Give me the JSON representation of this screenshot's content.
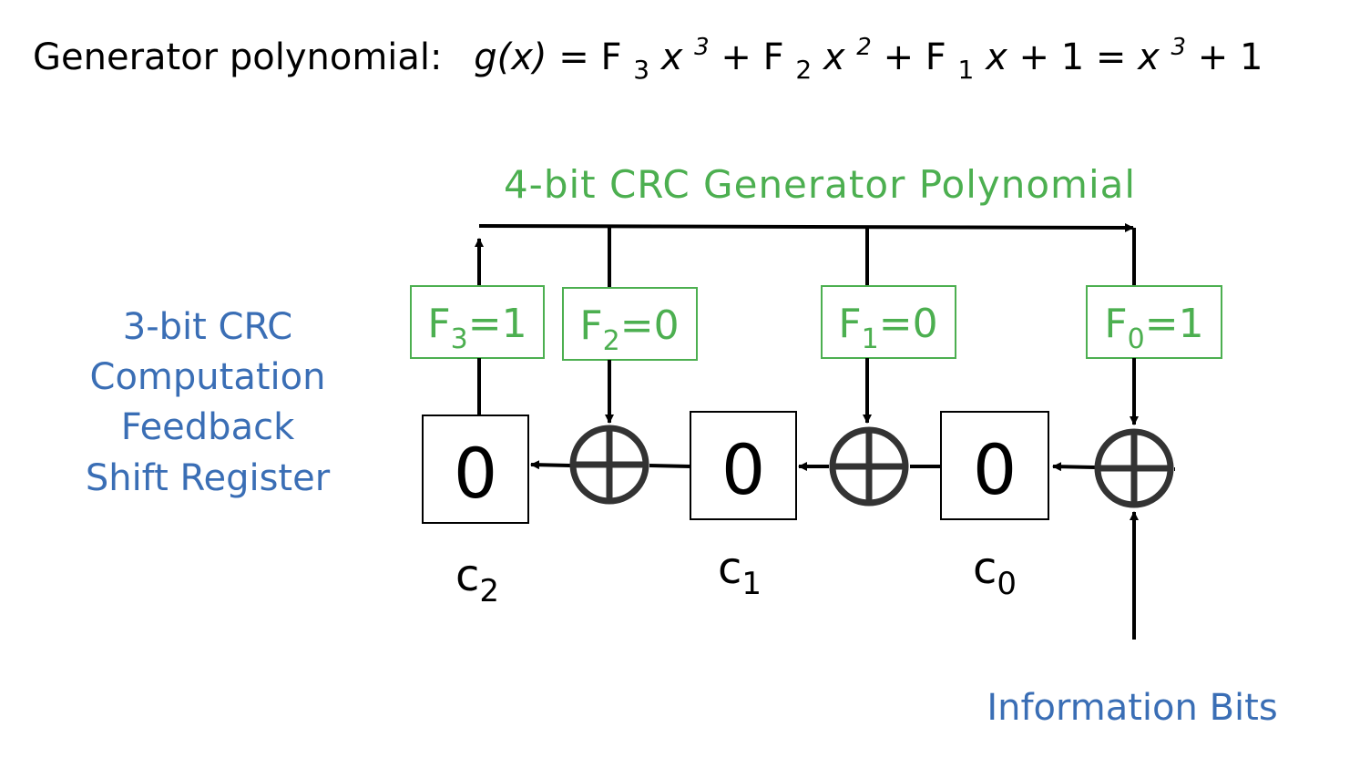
{
  "title": {
    "prefix": "Generator polynomial:",
    "g": "g(x)",
    "eq": "= F",
    "f3_sub": "3",
    "x1": "x",
    "x1_sup": "3",
    "plus_f2": " + F",
    "f2_sub": "2",
    "x2": "x",
    "x2_sup": "2",
    "plus_f1": " + F",
    "f1_sub": "1",
    "x3": "x",
    "tail": " + 1 = ",
    "x4": "x",
    "x4_sup": "3",
    "end": " + 1"
  },
  "polynomial_label": "4-bit CRC Generator Polynomial",
  "register_label": [
    "3-bit CRC",
    "Computation",
    "Feedback",
    "Shift Register"
  ],
  "input_label": "Information Bits",
  "coefficients": [
    {
      "name": "F",
      "sub": "3",
      "value": "=1"
    },
    {
      "name": "F",
      "sub": "2",
      "value": "=0"
    },
    {
      "name": "F",
      "sub": "1",
      "value": "=0"
    },
    {
      "name": "F",
      "sub": "0",
      "value": "=1"
    }
  ],
  "registers": [
    {
      "value": "0",
      "name": "c",
      "sub": "2"
    },
    {
      "value": "0",
      "name": "c",
      "sub": "1"
    },
    {
      "value": "0",
      "name": "c",
      "sub": "0"
    }
  ],
  "colors": {
    "green": "#4CAF50",
    "blue": "#3A6EB5",
    "line": "#000000",
    "xor": "#333333"
  },
  "icons": [
    "xor-icon",
    "arrow-icon"
  ]
}
